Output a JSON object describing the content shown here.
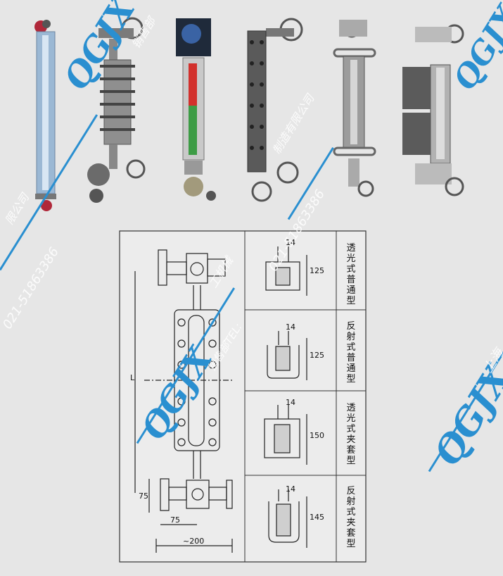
{
  "watermarks": {
    "brand": "QGJX",
    "phone": "021-51863386",
    "company_fragments": [
      "上海",
      "工机械",
      "制造有限公司",
      "销售部",
      "限公司",
      "销售部TEL:"
    ]
  },
  "drawing": {
    "dimensions": {
      "width_approx": "~200",
      "half_width": "75",
      "lower_height": "75",
      "length_label": "L"
    },
    "types": [
      {
        "name": "透光式普通型",
        "width": "14",
        "height": "125"
      },
      {
        "name": "反射式普通型",
        "width": "14",
        "height": "125"
      },
      {
        "name": "透光式夹套型",
        "width": "14",
        "height": "150"
      },
      {
        "name": "反射式夹套型",
        "width": "14",
        "height": "145"
      }
    ]
  }
}
